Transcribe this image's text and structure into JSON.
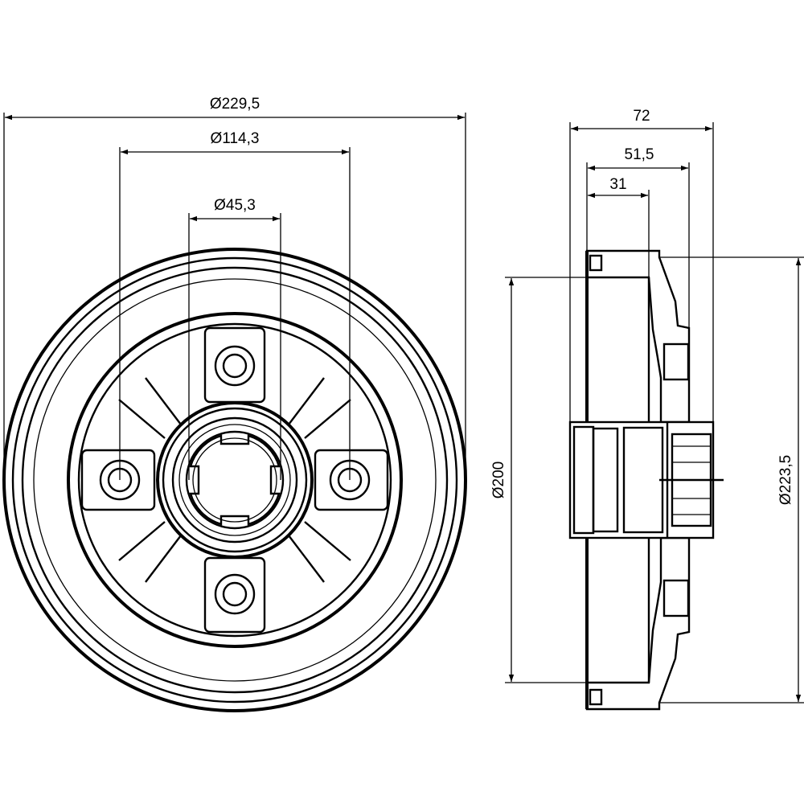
{
  "front_view": {
    "dim_overall_diameter": "Ø229,5",
    "dim_bolt_circle": "Ø114,3",
    "dim_center_bore": "Ø45,3"
  },
  "side_view": {
    "dim_total_width": "72",
    "dim_width_mid": "51,5",
    "dim_width_inner": "31",
    "dim_braking_diameter": "Ø200",
    "dim_outer_diameter": "Ø223,5"
  },
  "colors": {
    "line": "#000000",
    "background": "#ffffff"
  }
}
